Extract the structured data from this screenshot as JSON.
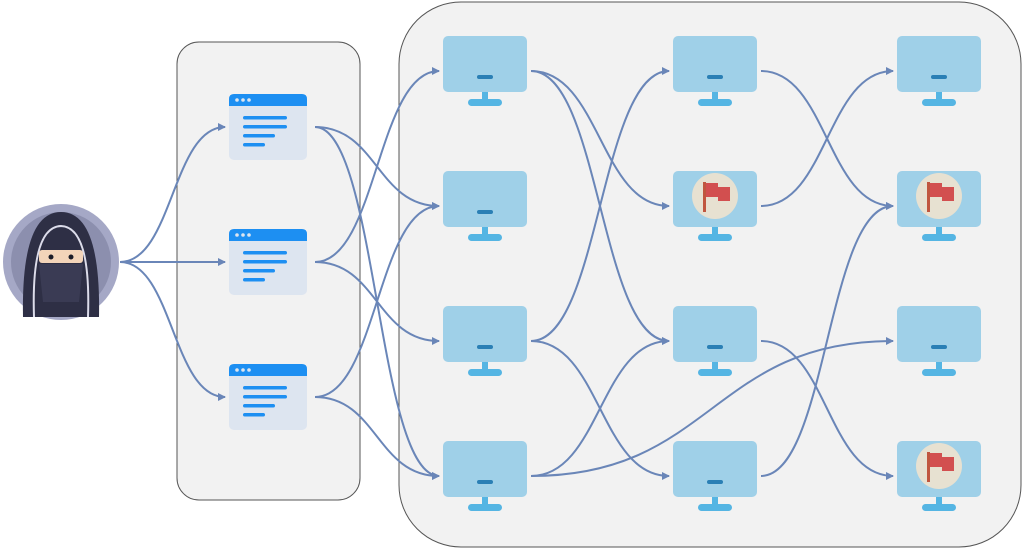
{
  "diagram": {
    "colors": {
      "edge": "#6a86b8",
      "panel_fill": "#f2f2f2",
      "panel_stroke": "#555555",
      "browser_body": "#dde5f0",
      "browser_bar": "#1d8ff2",
      "browser_lines": "#1d8ff2",
      "monitor_screen": "#9fd0e8",
      "monitor_stand": "#55b5e3",
      "flag_circle": "#e7e1d1",
      "flag_red": "#d24f4f",
      "avatar_bg": "#a5a8c6",
      "avatar_robe": "#2e2f45",
      "avatar_skin": "#f3d4b9"
    },
    "user": {
      "icon": "veiled-user-avatar-icon"
    },
    "browsers": [
      {
        "id": "b1",
        "icon": "browser-window-icon"
      },
      {
        "id": "b2",
        "icon": "browser-window-icon"
      },
      {
        "id": "b3",
        "icon": "browser-window-icon"
      }
    ],
    "computers": [
      {
        "id": "c11",
        "flagged": false
      },
      {
        "id": "c12",
        "flagged": false
      },
      {
        "id": "c13",
        "flagged": false
      },
      {
        "id": "c14",
        "flagged": false
      },
      {
        "id": "c21",
        "flagged": false
      },
      {
        "id": "c22",
        "flagged": true
      },
      {
        "id": "c23",
        "flagged": false
      },
      {
        "id": "c24",
        "flagged": false
      },
      {
        "id": "c31",
        "flagged": false
      },
      {
        "id": "c32",
        "flagged": true
      },
      {
        "id": "c33",
        "flagged": false
      },
      {
        "id": "c34",
        "flagged": true
      }
    ],
    "edges": [
      [
        "user",
        "b1"
      ],
      [
        "user",
        "b2"
      ],
      [
        "user",
        "b3"
      ],
      [
        "b1",
        "c12"
      ],
      [
        "b1",
        "c14"
      ],
      [
        "b2",
        "c11"
      ],
      [
        "b2",
        "c13"
      ],
      [
        "b3",
        "c12"
      ],
      [
        "b3",
        "c14"
      ],
      [
        "c11",
        "c22"
      ],
      [
        "c11",
        "c23"
      ],
      [
        "c13",
        "c21"
      ],
      [
        "c13",
        "c24"
      ],
      [
        "c14",
        "c23"
      ],
      [
        "c14",
        "c33"
      ],
      [
        "c21",
        "c32"
      ],
      [
        "c22",
        "c31"
      ],
      [
        "c23",
        "c34"
      ],
      [
        "c24",
        "c32"
      ]
    ]
  }
}
